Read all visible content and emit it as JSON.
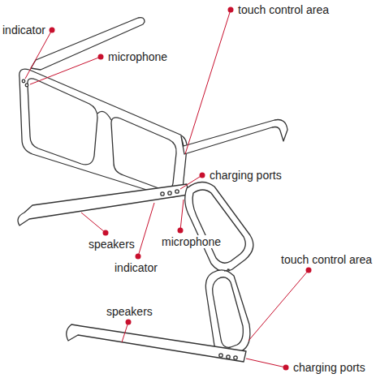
{
  "diagram": {
    "labels": [
      "indicator",
      "microphone",
      "touch control area",
      "charging ports",
      "speakers",
      "microphone",
      "indicator",
      "touch control area",
      "speakers",
      "charging ports"
    ]
  }
}
